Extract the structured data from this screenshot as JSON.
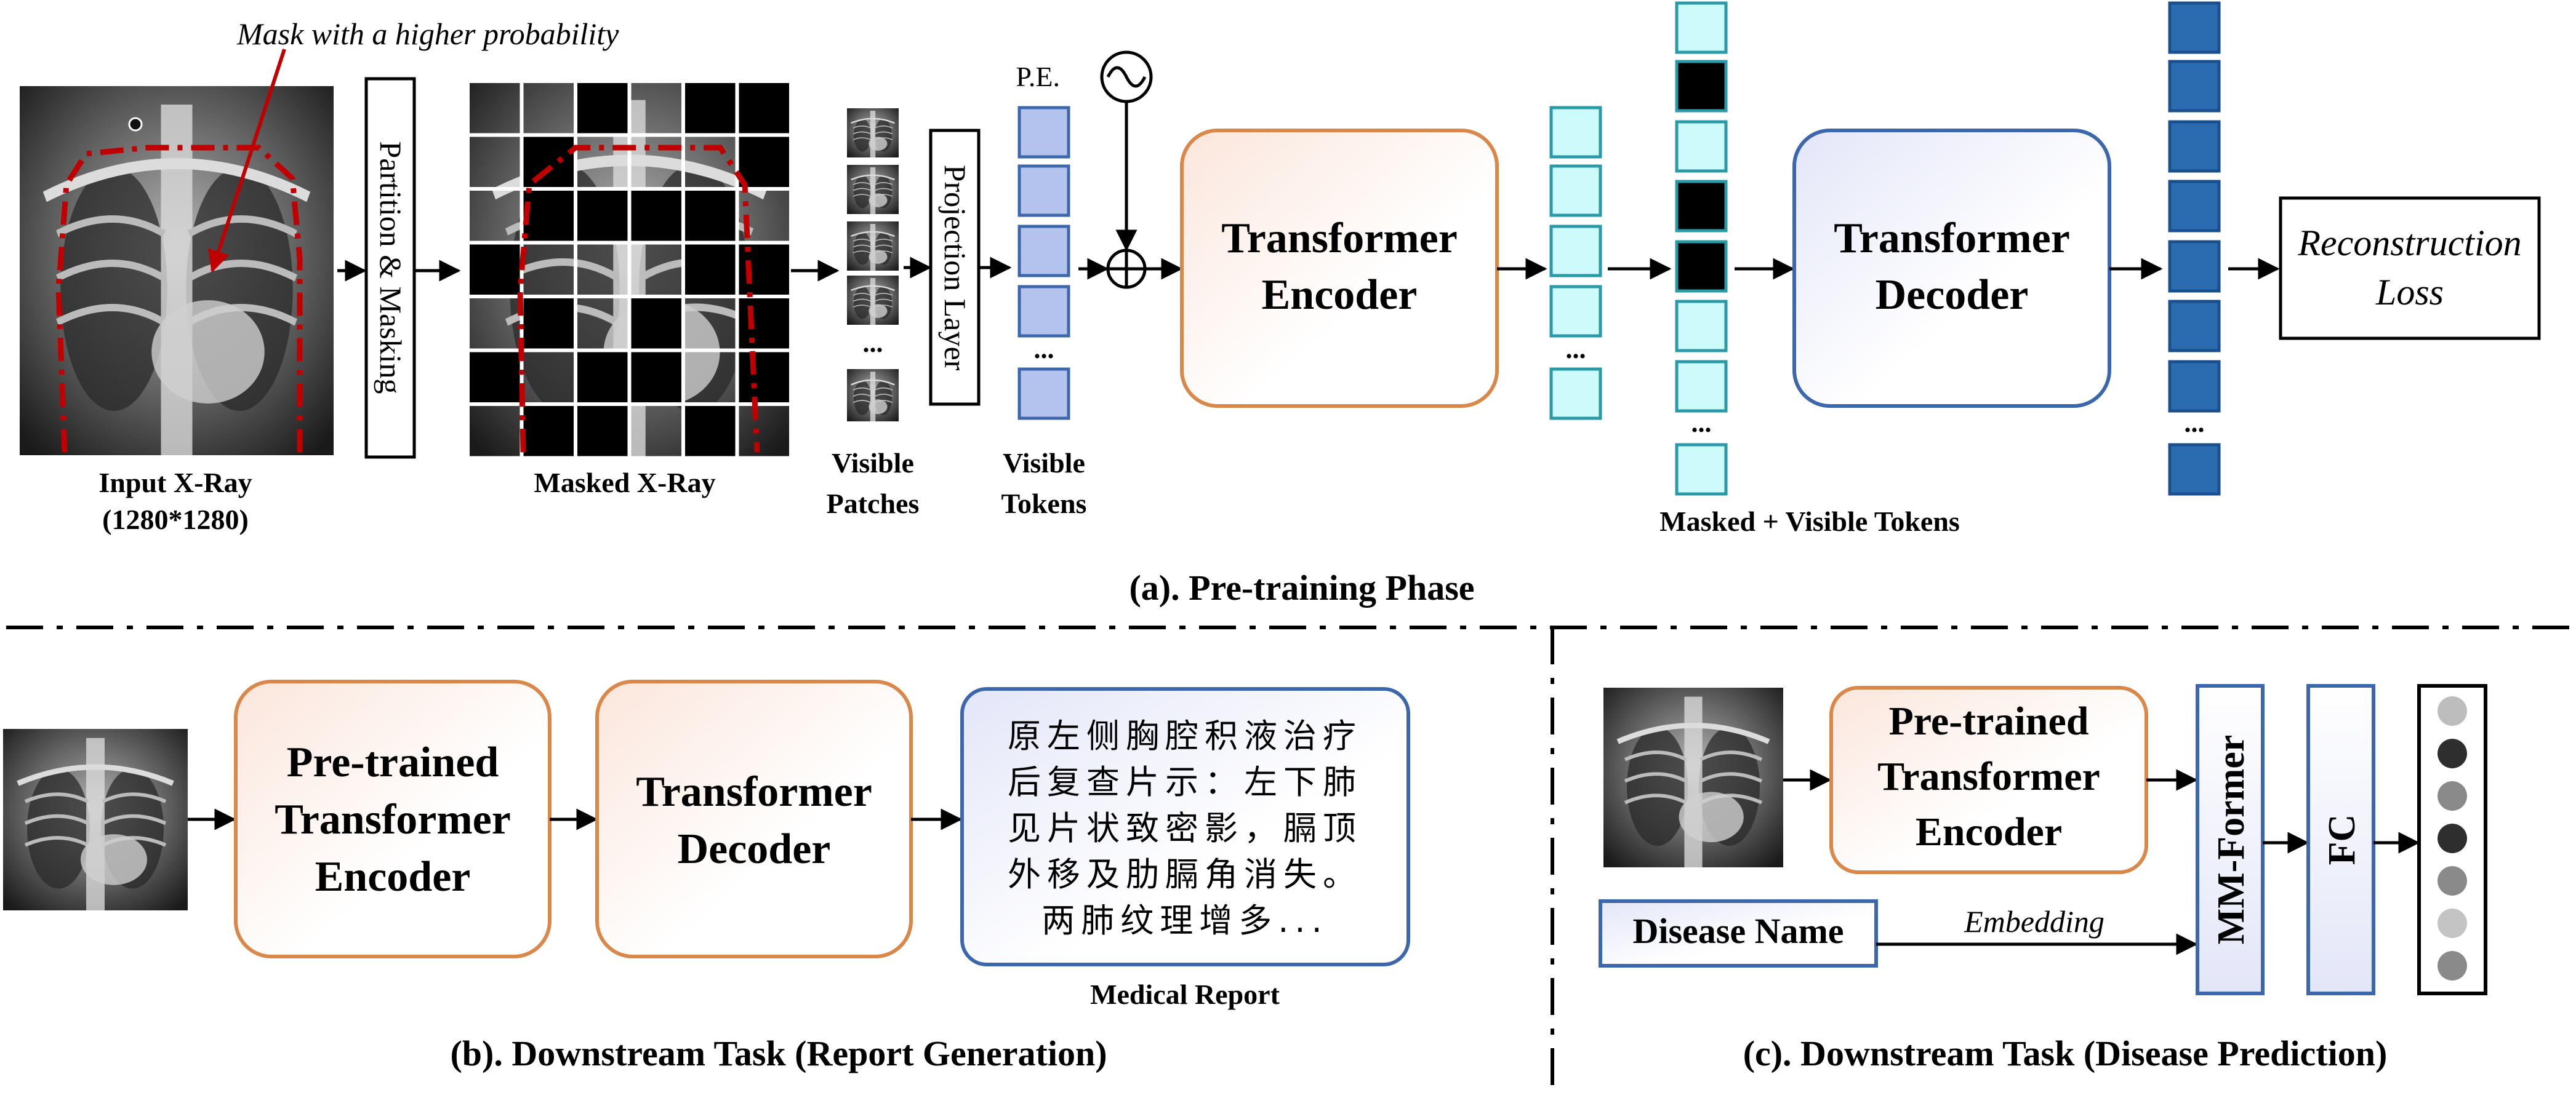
{
  "pretraining": {
    "annotation": "Mask with a higher probability",
    "input_label_1": "Input X-Ray",
    "input_label_2": "(1280*1280)",
    "partition_label": "Partition & Masking",
    "masked_label": "Masked X-Ray",
    "visible_patches_1": "Visible",
    "visible_patches_2": "Patches",
    "projection_label": "Projection Layer",
    "visible_tokens_1": "Visible",
    "visible_tokens_2": "Tokens",
    "pe_label": "P.E.",
    "encoder_1": "Transformer",
    "encoder_2": "Encoder",
    "decoder_1": "Transformer",
    "decoder_2": "Decoder",
    "loss_1": "Reconstruction",
    "loss_2": "Loss",
    "masked_visible_label": "Masked + Visible Tokens",
    "ellipsis": "...",
    "caption": "(a). Pre-training Phase"
  },
  "report_generation": {
    "encoder_1": "Pre-trained",
    "encoder_2": "Transformer",
    "encoder_3": "Encoder",
    "decoder_1": "Transformer",
    "decoder_2": "Decoder",
    "report_line_1": "原左侧胸腔积液治疗",
    "report_line_2": "后复查片示：左下肺",
    "report_line_3": "见片状致密影，膈顶",
    "report_line_4": "外移及肋膈角消失。",
    "report_line_5": "两肺纹理增多...",
    "report_label": "Medical Report",
    "caption": "(b). Downstream Task (Report Generation)"
  },
  "disease_prediction": {
    "encoder_1": "Pre-trained",
    "encoder_2": "Transformer",
    "encoder_3": "Encoder",
    "disease_name": "Disease Name",
    "embedding": "Embedding",
    "mmformer": "MM-Former",
    "fc": "FC",
    "caption": "(c). Downstream Task (Disease Prediction)"
  },
  "colors": {
    "orange_border": "#d9884a",
    "blue_border": "#3d67ad",
    "light_cyan": "#cdfafa",
    "dark_blue": "#2b6cb0",
    "token_blue": "#b3c3ee",
    "red_dash": "#c00000"
  }
}
